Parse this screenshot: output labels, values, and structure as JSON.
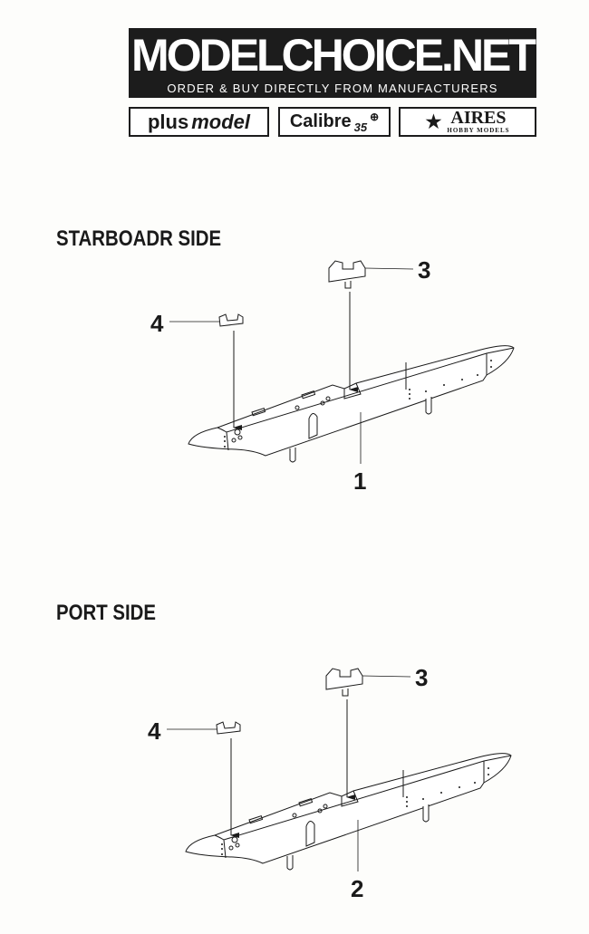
{
  "header": {
    "brand": "MODELCHOICE.NET",
    "tagline": "ORDER & BUY DIRECTLY FROM MANUFACTURERS",
    "logos": {
      "plusmodel_a": "plus",
      "plusmodel_b": "model",
      "calibre": "Calibre",
      "calibre_num": "35",
      "aires": "AIRES",
      "aires_sub": "HOBBY MODELS"
    }
  },
  "sections": [
    {
      "title": "STARBOADR SIDE",
      "main_part": "1",
      "top_part": "3",
      "small_part": "4"
    },
    {
      "title": "PORT SIDE",
      "main_part": "2",
      "top_part": "3",
      "small_part": "4"
    }
  ]
}
